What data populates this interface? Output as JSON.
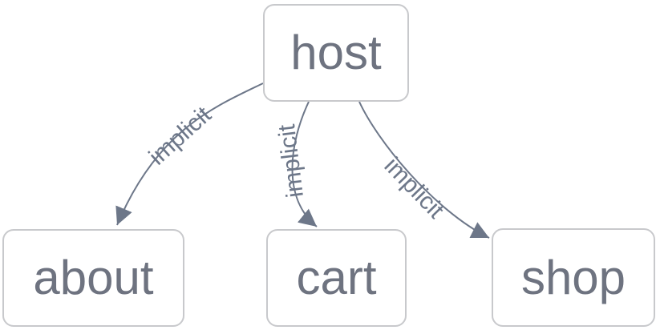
{
  "diagram": {
    "type": "network-graph",
    "background_color": "#ffffff",
    "colors": {
      "node_fill": "#ffffff",
      "node_border": "#c8c9cc",
      "node_text": "#6e7380",
      "edge": "#6d7789",
      "edge_label_text": "#6d7789"
    },
    "nodes": [
      {
        "id": "host",
        "label": "host"
      },
      {
        "id": "about",
        "label": "about"
      },
      {
        "id": "cart",
        "label": "cart"
      },
      {
        "id": "shop",
        "label": "shop"
      }
    ],
    "edges": [
      {
        "from": "host",
        "to": "about",
        "label": "implicit"
      },
      {
        "from": "host",
        "to": "cart",
        "label": "implicit"
      },
      {
        "from": "host",
        "to": "shop",
        "label": "implicit"
      }
    ]
  }
}
